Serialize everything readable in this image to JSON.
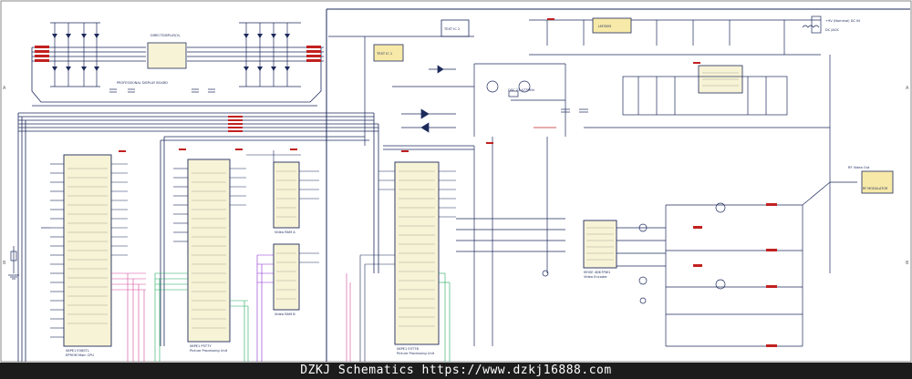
{
  "border": {
    "letters_left": [
      "A",
      "B"
    ],
    "letters_right": [
      "A",
      "B"
    ]
  },
  "labels": {
    "display_block": "DIRECTDISPLAY(V)",
    "profile_board": "PROFESSIONAL DISPLAY BOARD",
    "text_ic1": "TEXT IC 1",
    "text_ic2": "TEXT IC 2",
    "ic_eprom_title": "S6PE1 E56STL",
    "ic_eprom_sub": "EPROM Main CPU",
    "ic_proc_title": "S6PE1 P5T7Y",
    "ic_proc_sub": "Picture Processing Unit",
    "ic_ram_a": "Video RAM A",
    "ic_ram_b": "Video RAM B",
    "ic_ppu2_title": "S6PE1 E5T7B",
    "ic_ppu2_sub": "Picture Processing Unit",
    "ic_video_title": "MOSE 4DK7PW1",
    "ic_video_sub": "Video Encoder",
    "regulator": "LM7805",
    "osc": "OSC 21.477MHz",
    "rf_label": "RF Video Out",
    "rf_box": "RF MODULATOR",
    "power_in": "+9V (Nominal) DC IN",
    "dc_jack": "DC JACK"
  },
  "icons": {
    "ground": "ground-symbol-icon",
    "power": "power-rail-icon",
    "connector": "connector-icon"
  },
  "footer": {
    "text": "DZKJ Schematics https://www.dzkj16888.com"
  },
  "colors": {
    "wire": "#1d2a5c",
    "part": "#c22020",
    "ic_fill": "#f7f3d6",
    "bus_green": "#1fa85a",
    "bus_pink": "#d2469a",
    "bus_purple": "#8a2bd1",
    "footer_bg": "#1c1c1c"
  }
}
